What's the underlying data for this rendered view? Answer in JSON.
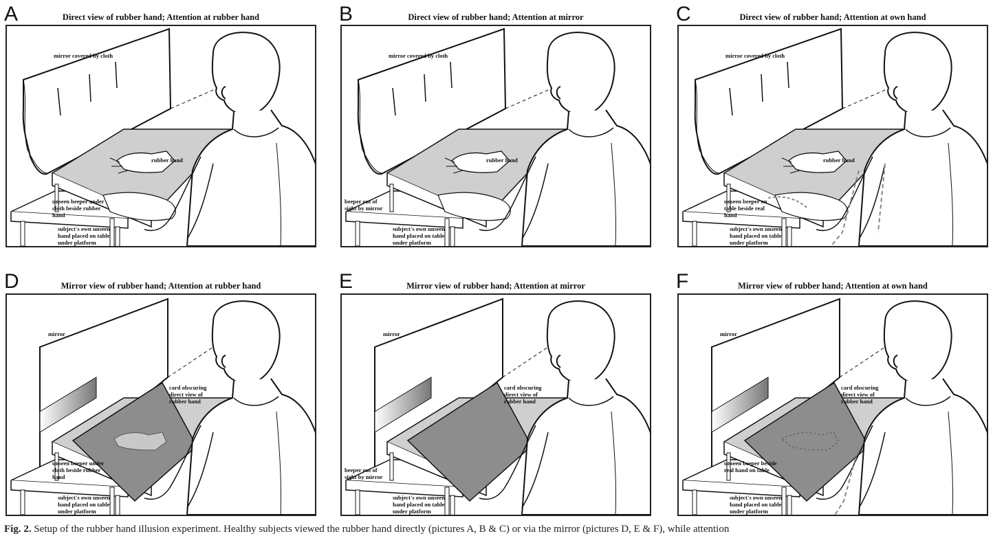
{
  "figure": {
    "panels": [
      {
        "letter": "A",
        "title": "Direct view of rubber hand; Attention at rubber hand",
        "view": "direct",
        "attention": "rubber",
        "labels": {
          "mirror": "mirror covered by cloth",
          "rubber": "rubber hand",
          "beeper": "unseen beeper under\ncloth beside rubber\nhand",
          "own": "subject's own unseen\nhand placed on table\nunder platform"
        }
      },
      {
        "letter": "B",
        "title": "Direct view of rubber hand; Attention at mirror",
        "view": "direct",
        "attention": "mirror",
        "labels": {
          "mirror": "mirror covered by cloth",
          "rubber": "rubber hand",
          "beeper": "beeper out of\nsight by mirror",
          "own": "subject's own unseen\nhand placed on table\nunder platform"
        }
      },
      {
        "letter": "C",
        "title": "Direct view of rubber hand; Attention at own hand",
        "view": "direct",
        "attention": "own",
        "labels": {
          "mirror": "mirror covered by cloth",
          "rubber": "rubber hand",
          "beeper": "unseen beeper on\ntable beside real\nhand",
          "own": "subject's own unseen\nhand placed on table\nunder platform"
        }
      },
      {
        "letter": "D",
        "title": "Mirror view of rubber hand; Attention at rubber hand",
        "view": "mirror",
        "attention": "rubber",
        "labels": {
          "mirror": "mirror",
          "card": "card obscuring\ndirect view of\nrubber hand",
          "beeper": "unseen beeper under\ncloth beside rubber\nhand",
          "own": "subject's own unseen\nhand placed on table\nunder platform"
        }
      },
      {
        "letter": "E",
        "title": "Mirror view of rubber hand; Attention at mirror",
        "view": "mirror",
        "attention": "mirror",
        "labels": {
          "mirror": "mirror",
          "card": "card obscuring\ndirect view of\nrubber hand",
          "beeper": "beeper out of\nsight by mirror",
          "own": "subject's own unseen\nhand placed on table\nunder platform"
        }
      },
      {
        "letter": "F",
        "title": "Mirror view of rubber hand; Attention at own hand",
        "view": "mirror",
        "attention": "own",
        "labels": {
          "mirror": "mirror",
          "card": "card obscuring\ndirect view of\nrubber hand",
          "beeper": "unseen beeper beside\nreal hand on table",
          "own": "subject's own unseen\nhand placed on table\nunder platform"
        }
      }
    ],
    "caption_label": "Fig. 2.",
    "caption_text": "Setup of the rubber hand illusion experiment. Healthy subjects viewed the rubber hand directly (pictures A, B & C) or via the mirror (pictures D, E & F), while attention"
  }
}
